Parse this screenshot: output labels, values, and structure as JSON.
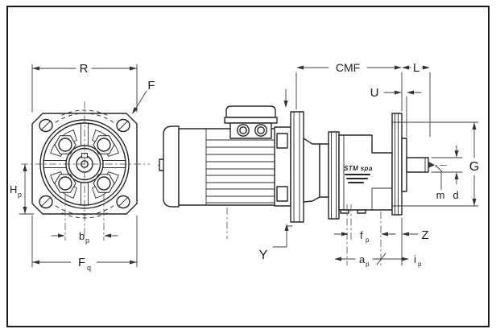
{
  "drawing": {
    "brand_label": "STM spa",
    "front_view": {
      "R": "R",
      "F": "F",
      "Hp": {
        "main": "H",
        "sub": "p"
      },
      "bp": {
        "main": "b",
        "sub": "p"
      },
      "Fq": {
        "main": "F",
        "sub": "q"
      }
    },
    "side_view": {
      "CMF": "CMF",
      "L": "L",
      "U": "U",
      "Y": "Y",
      "Z": "Z",
      "G": "G",
      "m": "m",
      "d": "d",
      "fp": {
        "main": "f",
        "sub": "p"
      },
      "ap": {
        "main": "a",
        "sub": "p"
      },
      "ip": {
        "main": "i",
        "sub": "p"
      }
    }
  }
}
